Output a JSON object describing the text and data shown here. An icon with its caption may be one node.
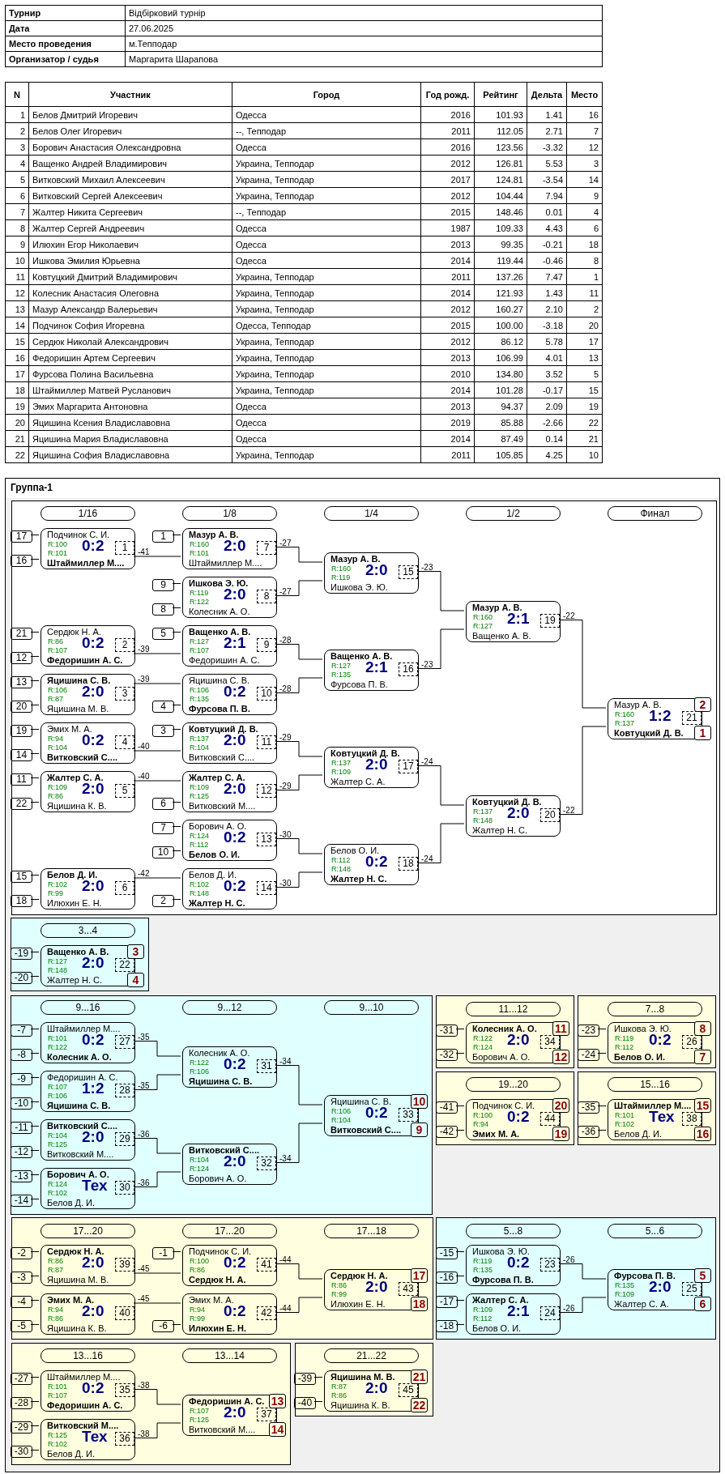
{
  "diagram": {
    "nodes": [
      {
        "text": [
          "Группа-1"
        ]
      },
      {
        "text": [],
        "shape": "box",
        "in": 0
      },
      {
        "text": [
          "1/16"
        ],
        "in": 1
      },
      {
        "text": [
          "1/8"
        ],
        "in": 1
      },
      {
        "text": [
          "1/4"
        ],
        "in": 1
      },
      {
        "text": [
          "1/2"
        ],
        "in": 1
      },
      {
        "text": [
          "Финал"
        ],
        "in": 1
      },
      {
        "text": [
          "17"
        ],
        "in": 1
      },
      {
        "text": [
          "16"
        ],
        "in": 1
      },
      {
        "text": [
          "Подчинок С. И.",
          "R:100",
          "R:101",
          "0:2",
          "1",
          "Штаймиллер М...."
        ],
        "in": 1,
        "beside": [
          "-41"
        ]
      },
      {
        "text": [
          "21"
        ],
        "in": 1
      },
      {
        "text": [
          "12"
        ],
        "in": 1
      },
      {
        "text": [
          "Сердюк Н. А.",
          "R:86",
          "R:107",
          "0:2",
          "2",
          "Федоришин А. С."
        ],
        "in": 1,
        "beside": [
          "-39"
        ]
      },
      {
        "text": [
          "13"
        ],
        "in": 1
      },
      {
        "text": [
          "20"
        ],
        "in": 1
      },
      {
        "text": [
          "Яцишина С. В.",
          "R:106",
          "R:87",
          "2:0",
          "3",
          "Яцишина М. В."
        ],
        "in": 1,
        "beside": [
          "-39"
        ]
      },
      {
        "text": [
          "19"
        ],
        "in": 1
      },
      {
        "text": [
          "14"
        ],
        "in": 1
      },
      {
        "text": [
          "Эмих М. А.",
          "R:94",
          "R:104",
          "0:2",
          "4",
          "Витковский С...."
        ],
        "in": 1,
        "beside": [
          "-40"
        ]
      },
      {
        "text": [
          "11"
        ],
        "in": 1
      },
      {
        "text": [
          "22"
        ],
        "in": 1
      },
      {
        "text": [
          "Жалтер С. А.",
          "R:109",
          "R:86",
          "2:0",
          "5",
          "Яцишина К. В."
        ],
        "in": 1,
        "beside": [
          "-40"
        ]
      },
      {
        "text": [
          "15"
        ],
        "in": 1
      },
      {
        "text": [
          "18"
        ],
        "in": 1
      },
      {
        "text": [
          "Белов Д. И.",
          "R:102",
          "R:99",
          "2:0",
          "6",
          "Илюхин Е. Н."
        ],
        "in": 1,
        "beside": [
          "-42"
        ]
      },
      {
        "text": [
          "1"
        ],
        "in": 1
      },
      {
        "text": [
          "Мазур А. В.",
          "R:160",
          "R:101",
          "2:0",
          "7",
          "Штаймиллер М...."
        ],
        "in": 1,
        "beside": [
          "-27"
        ]
      },
      {
        "text": [
          "9"
        ],
        "in": 1
      },
      {
        "text": [
          "8"
        ],
        "in": 1
      },
      {
        "text": [
          "Ишкова Э. Ю.",
          "R:119",
          "R:122",
          "2:0",
          "8",
          "Колесник А. О."
        ],
        "in": 1,
        "beside": [
          "-27"
        ]
      },
      {
        "text": [
          "5"
        ],
        "in": 1
      },
      {
        "text": [
          "Ващенко А. В.",
          "R:127",
          "R:107",
          "2:1",
          "9",
          "Федоришин А. С."
        ],
        "in": 1,
        "beside": [
          "-28"
        ]
      },
      {
        "text": [
          "4"
        ],
        "in": 1
      },
      {
        "text": [
          "Яцишина С. В.",
          "R:106",
          "R:135",
          "0:2",
          "10",
          "Фурсова П. В."
        ],
        "in": 1,
        "beside": [
          "-28"
        ]
      },
      {
        "text": [
          "3"
        ],
        "in": 1
      },
      {
        "text": [
          "Ковтуцкий Д. В.",
          "R:137",
          "R:104",
          "2:0",
          "11",
          "Витковский С...."
        ],
        "in": 1,
        "beside": [
          "-29"
        ]
      },
      {
        "text": [
          "6"
        ],
        "in": 1
      },
      {
        "text": [
          "Жалтер С. А.",
          "R:109",
          "R:125",
          "2:0",
          "12",
          "Витковский М...."
        ],
        "in": 1,
        "beside": [
          "-29"
        ]
      },
      {
        "text": [
          "7"
        ],
        "in": 1
      },
      {
        "text": [
          "10"
        ],
        "in": 1
      },
      {
        "text": [
          "Борович А. О.",
          "R:124",
          "R:112",
          "0:2",
          "13",
          "Белов О. И."
        ],
        "in": 1,
        "beside": [
          "-30"
        ]
      },
      {
        "text": [
          "2"
        ],
        "in": 1
      },
      {
        "text": [
          "Белов Д. И.",
          "R:102",
          "R:148",
          "0:2",
          "14",
          "Жалтер Н. С."
        ],
        "in": 1,
        "beside": [
          "-30"
        ]
      },
      {
        "text": [
          "Мазур А. В.",
          "R:160",
          "R:119",
          "2:0",
          "15",
          "Ишкова Э. Ю."
        ],
        "in": 1,
        "beside": [
          "-23"
        ]
      },
      {
        "text": [
          "Ващенко А. В.",
          "R:127",
          "R:135",
          "2:1",
          "16",
          "Фурсова П. В."
        ],
        "in": 1,
        "beside": [
          "-23"
        ]
      },
      {
        "text": [
          "Ковтуцкий Д. В.",
          "R:137",
          "R:109",
          "2:0",
          "17",
          "Жалтер С. А."
        ],
        "in": 1,
        "beside": [
          "-24"
        ]
      },
      {
        "text": [
          "Белов О. И.",
          "R:112",
          "R:148",
          "0:2",
          "18",
          "Жалтер Н. С."
        ],
        "in": 1,
        "beside": [
          "-24"
        ]
      },
      {
        "text": [
          "Мазур А. В.",
          "R:160",
          "R:127",
          "2:1",
          "19",
          "Ващенко А. В."
        ],
        "in": 1,
        "beside": [
          "-22"
        ]
      },
      {
        "text": [
          "Ковтуцкий Д. В.",
          "R:137",
          "R:148",
          "2:0",
          "20",
          "Жалтер Н. С."
        ],
        "in": 1,
        "beside": [
          "-22"
        ]
      },
      {
        "text": [
          "Мазур А. В.",
          "R:160",
          "R:137",
          "1:2",
          "21",
          "Ковтуцкий Д. В."
        ],
        "in": 1
      },
      {
        "text": [
          "2"
        ],
        "in": 1
      },
      {
        "text": [
          "1"
        ],
        "in": 1
      },
      {
        "text": [],
        "shape": "box",
        "in": 0
      },
      {
        "text": [
          "3...4"
        ],
        "in": 52
      },
      {
        "text": [
          "-19"
        ],
        "in": 52
      },
      {
        "text": [
          "-20"
        ],
        "in": 52
      },
      {
        "text": [
          "Ващенко А. В.",
          "R:127",
          "R:148",
          "2:0",
          "22",
          "Жалтер Н. С."
        ],
        "in": 52
      },
      {
        "text": [
          "3"
        ],
        "in": 52
      },
      {
        "text": [
          "4"
        ],
        "in": 52
      },
      {
        "text": [],
        "shape": "box",
        "in": 0
      },
      {
        "text": [
          "9...16"
        ],
        "in": 59
      },
      {
        "text": [
          "9...12"
        ],
        "in": 59
      },
      {
        "text": [
          "9...10"
        ],
        "in": 59
      },
      {
        "text": [
          "-7"
        ],
        "in": 59
      },
      {
        "text": [
          "-8"
        ],
        "in": 59
      },
      {
        "text": [
          "Штаймиллер М....",
          "R:101",
          "R:122",
          "0:2",
          "27",
          "Колесник А. О."
        ],
        "in": 59,
        "beside": [
          "-35"
        ]
      },
      {
        "text": [
          "-9"
        ],
        "in": 59
      },
      {
        "text": [
          "-10"
        ],
        "in": 59
      },
      {
        "text": [
          "Федоришин А. С.",
          "R:107",
          "R:106",
          "1:2",
          "28",
          "Яцишина С. В."
        ],
        "in": 59,
        "beside": [
          "-35"
        ]
      },
      {
        "text": [
          "-11"
        ],
        "in": 59
      },
      {
        "text": [
          "-12"
        ],
        "in": 59
      },
      {
        "text": [
          "Витковский С....",
          "R:104",
          "R:125",
          "2:0",
          "29",
          "Витковский М...."
        ],
        "in": 59,
        "beside": [
          "-36"
        ]
      },
      {
        "text": [
          "-13"
        ],
        "in": 59
      },
      {
        "text": [
          "-14"
        ],
        "in": 59
      },
      {
        "text": [
          "Борович А. О.",
          "R:124",
          "R:102",
          "Тех",
          "30",
          "Белов Д. И."
        ],
        "in": 59,
        "beside": [
          "-36"
        ]
      },
      {
        "text": [
          "Колесник А. О.",
          "R:122",
          "R:106",
          "0:2",
          "31",
          "Яцишина С. В."
        ],
        "in": 59,
        "beside": [
          "-34"
        ]
      },
      {
        "text": [
          "Витковский С....",
          "R:104",
          "R:124",
          "2:0",
          "32",
          "Борович А. О."
        ],
        "in": 59,
        "beside": [
          "-34"
        ]
      },
      {
        "text": [
          "Яцишина С. В.",
          "R:106",
          "R:104",
          "0:2",
          "33",
          "Витковский С...."
        ],
        "in": 59
      },
      {
        "text": [
          "10"
        ],
        "in": 59
      },
      {
        "text": [
          "9"
        ],
        "in": 59
      },
      {
        "text": [],
        "shape": "box",
        "in": 0
      },
      {
        "text": [
          "11...12"
        ],
        "in": 80
      },
      {
        "text": [
          "-31"
        ],
        "in": 80
      },
      {
        "text": [
          "-32"
        ],
        "in": 80
      },
      {
        "text": [
          "Колесник А. О.",
          "R:122",
          "R:124",
          "2:0",
          "34",
          "Борович А. О."
        ],
        "in": 80
      },
      {
        "text": [
          "11"
        ],
        "in": 80
      },
      {
        "text": [
          "12"
        ],
        "in": 80
      },
      {
        "text": [],
        "shape": "box",
        "in": 0
      },
      {
        "text": [
          "7...8"
        ],
        "in": 87
      },
      {
        "text": [
          "-23"
        ],
        "in": 87
      },
      {
        "text": [
          "-24"
        ],
        "in": 87
      },
      {
        "text": [
          "Ишкова Э. Ю.",
          "R:119",
          "R:112",
          "0:2",
          "26",
          "Белов О. И."
        ],
        "in": 87
      },
      {
        "text": [
          "8"
        ],
        "in": 87
      },
      {
        "text": [
          "7"
        ],
        "in": 87
      },
      {
        "text": [],
        "shape": "box",
        "in": 0
      },
      {
        "text": [
          "19...20"
        ],
        "in": 94
      },
      {
        "text": [
          "-41"
        ],
        "in": 94
      },
      {
        "text": [
          "-42"
        ],
        "in": 94
      },
      {
        "text": [
          "Подчинок С. И.",
          "R:100",
          "R:94",
          "0:2",
          "44",
          "Эмих М. А."
        ],
        "in": 94
      },
      {
        "text": [
          "20"
        ],
        "in": 94
      },
      {
        "text": [
          "19"
        ],
        "in": 94
      },
      {
        "text": [],
        "shape": "box",
        "in": 0
      },
      {
        "text": [
          "15...16"
        ],
        "in": 101
      },
      {
        "text": [
          "-35"
        ],
        "in": 101
      },
      {
        "text": [
          "-36"
        ],
        "in": 101
      },
      {
        "text": [
          "Штаймиллер М....",
          "R:101",
          "R:102",
          "Тех",
          "38",
          "Белов Д. И."
        ],
        "in": 101
      },
      {
        "text": [
          "15"
        ],
        "in": 101
      },
      {
        "text": [
          "16"
        ],
        "in": 101
      },
      {
        "text": [],
        "shape": "box",
        "in": 0
      },
      {
        "text": [
          "17...20"
        ],
        "in": 108
      },
      {
        "text": [
          "17...20"
        ],
        "in": 108
      },
      {
        "text": [
          "17...18"
        ],
        "in": 108
      },
      {
        "text": [
          "-2"
        ],
        "in": 108
      },
      {
        "text": [
          "-3"
        ],
        "in": 108
      },
      {
        "text": [
          "Сердюк Н. А.",
          "R:86",
          "R:87",
          "2:0",
          "39",
          "Яцишина М. В."
        ],
        "in": 108,
        "beside": [
          "-45"
        ]
      },
      {
        "text": [
          "-4"
        ],
        "in": 108
      },
      {
        "text": [
          "-5"
        ],
        "in": 108
      },
      {
        "text": [
          "Эмих М. А.",
          "R:94",
          "R:86",
          "2:0",
          "40",
          "Яцишина К. В."
        ],
        "in": 108,
        "beside": [
          "-45"
        ]
      },
      {
        "text": [
          "-1"
        ],
        "in": 108
      },
      {
        "text": [
          "Подчинок С. И.",
          "R:100",
          "R:86",
          "0:2",
          "41",
          "Сердюк Н. А."
        ],
        "in": 108,
        "beside": [
          "-44"
        ]
      },
      {
        "text": [
          "-6"
        ],
        "in": 108
      },
      {
        "text": [
          "Эмих М. А.",
          "R:94",
          "R:99",
          "0:2",
          "42",
          "Илюхин Е. Н."
        ],
        "in": 108,
        "beside": [
          "-44"
        ]
      },
      {
        "text": [
          "Сердюк Н. А.",
          "R:86",
          "R:99",
          "2:0",
          "43",
          "Илюхин Е. Н."
        ],
        "in": 108
      },
      {
        "text": [
          "17"
        ],
        "in": 108
      },
      {
        "text": [
          "18"
        ],
        "in": 108
      },
      {
        "text": [],
        "shape": "box",
        "in": 0
      },
      {
        "text": [
          "5...8"
        ],
        "in": 125
      },
      {
        "text": [
          "5...6"
        ],
        "in": 125
      },
      {
        "text": [
          "-15"
        ],
        "in": 125
      },
      {
        "text": [
          "-16"
        ],
        "in": 125
      },
      {
        "text": [
          "Ишкова Э. Ю.",
          "R:119",
          "R:135",
          "0:2",
          "23",
          "Фурсова П. В."
        ],
        "in": 125,
        "beside": [
          "-26"
        ]
      },
      {
        "text": [
          "-17"
        ],
        "in": 125
      },
      {
        "text": [
          "-18"
        ],
        "in": 125
      },
      {
        "text": [
          "Жалтер С. А.",
          "R:109",
          "R:112",
          "2:1",
          "24",
          "Белов О. И."
        ],
        "in": 125,
        "beside": [
          "-26"
        ]
      },
      {
        "text": [
          "Фурсова П. В.",
          "R:135",
          "R:109",
          "2:0",
          "25",
          "Жалтер С. А."
        ],
        "in": 125
      },
      {
        "text": [
          "5"
        ],
        "in": 125
      },
      {
        "text": [
          "6"
        ],
        "in": 125
      },
      {
        "text": [],
        "shape": "box",
        "in": 0
      },
      {
        "text": [
          "13...16"
        ],
        "in": 137
      },
      {
        "text": [
          "13...14"
        ],
        "in": 137
      },
      {
        "text": [
          "-27"
        ],
        "in": 137
      },
      {
        "text": [
          "-28"
        ],
        "in": 137
      },
      {
        "text": [
          "Штаймиллер М....",
          "R:101",
          "R:107",
          "0:2",
          "35",
          "Федоришин А. С."
        ],
        "in": 137,
        "beside": [
          "-38"
        ]
      },
      {
        "text": [
          "-29"
        ],
        "in": 137
      },
      {
        "text": [
          "-30"
        ],
        "in": 137
      },
      {
        "text": [
          "Витковский М....",
          "R:125",
          "R:102",
          "Тех",
          "36",
          "Белов Д. И."
        ],
        "in": 137,
        "beside": [
          "-38"
        ]
      },
      {
        "text": [
          "Федоришин А. С.",
          "R:107",
          "R:125",
          "2:0",
          "37",
          "Витковский М...."
        ],
        "in": 137
      },
      {
        "text": [
          "13"
        ],
        "in": 137
      },
      {
        "text": [
          "14"
        ],
        "in": 137
      },
      {
        "text": [],
        "shape": "box",
        "in": 0
      },
      {
        "text": [
          "21...22"
        ],
        "in": 149
      },
      {
        "text": [
          "-39"
        ],
        "in": 149
      },
      {
        "text": [
          "-40"
        ],
        "in": 149
      },
      {
        "text": [
          "Яцишина М. В.",
          "R:87",
          "R:86",
          "2:0",
          "45",
          "Яцишина К. В."
        ],
        "in": 149
      },
      {
        "text": [
          "21"
        ],
        "in": 149
      },
      {
        "text": [
          "22"
        ],
        "in": 149
      }
    ],
    "edges": [
      {
        "from": 7,
        "to": 9,
        "arrow": "none"
      },
      {
        "from": 8,
        "to": 9,
        "arrow": "none"
      },
      {
        "from": 10,
        "to": 12,
        "arrow": "none"
      },
      {
        "from": 11,
        "to": 12,
        "arrow": "none"
      },
      {
        "from": 13,
        "to": 15,
        "arrow": "none"
      },
      {
        "from": 14,
        "to": 15,
        "arrow": "none"
      },
      {
        "from": 16,
        "to": 18,
        "arrow": "none"
      },
      {
        "from": 17,
        "to": 18,
        "arrow": "none"
      },
      {
        "from": 19,
        "to": 21,
        "arrow": "none"
      },
      {
        "from": 20,
        "to": 21,
        "arrow": "none"
      },
      {
        "from": 22,
        "to": 24,
        "arrow": "none"
      },
      {
        "from": 23,
        "to": 24,
        "arrow": "none"
      },
      {
        "from": 25,
        "to": 26,
        "arrow": "none"
      },
      {
        "from": 27,
        "to": 29,
        "arrow": "none"
      },
      {
        "from": 28,
        "to": 29,
        "arrow": "none"
      },
      {
        "from": 30,
        "to": 31,
        "arrow": "none"
      },
      {
        "from": 32,
        "to": 33,
        "arrow": "none"
      },
      {
        "from": 34,
        "to": 35,
        "arrow": "none"
      },
      {
        "from": 36,
        "to": 37,
        "arrow": "none"
      },
      {
        "from": 38,
        "to": 40,
        "arrow": "none"
      },
      {
        "from": 39,
        "to": 40,
        "arrow": "none"
      },
      {
        "from": 41,
        "to": 42,
        "arrow": "none"
      },
      {
        "from": 9,
        "to": 26,
        "arrow": "none"
      },
      {
        "from": 12,
        "to": 31,
        "arrow": "none"
      },
      {
        "from": 15,
        "to": 33,
        "arrow": "none"
      },
      {
        "from": 18,
        "to": 35,
        "arrow": "none"
      },
      {
        "from": 21,
        "to": 37,
        "arrow": "none"
      },
      {
        "from": 24,
        "to": 42,
        "arrow": "none"
      },
      {
        "from": 26,
        "to": 43,
        "arrow": "none"
      },
      {
        "from": 29,
        "to": 43,
        "arrow": "none"
      },
      {
        "from": 31,
        "to": 44,
        "arrow": "none"
      },
      {
        "from": 33,
        "to": 44,
        "arrow": "none"
      },
      {
        "from": 35,
        "to": 45,
        "arrow": "none"
      },
      {
        "from": 37,
        "to": 45,
        "arrow": "none"
      },
      {
        "from": 40,
        "to": 46,
        "arrow": "none"
      },
      {
        "from": 42,
        "to": 46,
        "arrow": "none"
      },
      {
        "from": 43,
        "to": 47,
        "arrow": "none"
      },
      {
        "from": 44,
        "to": 47,
        "arrow": "none"
      },
      {
        "from": 45,
        "to": 48,
        "arrow": "none"
      },
      {
        "from": 46,
        "to": 48,
        "arrow": "none"
      },
      {
        "from": 47,
        "to": 49,
        "arrow": "none"
      },
      {
        "from": 48,
        "to": 49,
        "arrow": "none"
      },
      {
        "from": 54,
        "to": 56,
        "arrow": "none"
      },
      {
        "from": 55,
        "to": 56,
        "arrow": "none"
      },
      {
        "from": 63,
        "to": 65,
        "arrow": "none"
      },
      {
        "from": 64,
        "to": 65,
        "arrow": "none"
      },
      {
        "from": 66,
        "to": 68,
        "arrow": "none"
      },
      {
        "from": 67,
        "to": 68,
        "arrow": "none"
      },
      {
        "from": 69,
        "to": 71,
        "arrow": "none"
      },
      {
        "from": 70,
        "to": 71,
        "arrow": "none"
      },
      {
        "from": 72,
        "to": 74,
        "arrow": "none"
      },
      {
        "from": 73,
        "to": 74,
        "arrow": "none"
      },
      {
        "from": 65,
        "to": 75,
        "arrow": "none"
      },
      {
        "from": 68,
        "to": 75,
        "arrow": "none"
      },
      {
        "from": 71,
        "to": 76,
        "arrow": "none"
      },
      {
        "from": 74,
        "to": 76,
        "arrow": "none"
      },
      {
        "from": 75,
        "to": 77,
        "arrow": "none"
      },
      {
        "from": 76,
        "to": 77,
        "arrow": "none"
      },
      {
        "from": 82,
        "to": 84,
        "arrow": "none"
      },
      {
        "from": 83,
        "to": 84,
        "arrow": "none"
      },
      {
        "from": 89,
        "to": 91,
        "arrow": "none"
      },
      {
        "from": 90,
        "to": 91,
        "arrow": "none"
      },
      {
        "from": 96,
        "to": 98,
        "arrow": "none"
      },
      {
        "from": 97,
        "to": 98,
        "arrow": "none"
      },
      {
        "from": 103,
        "to": 105,
        "arrow": "none"
      },
      {
        "from": 104,
        "to": 105,
        "arrow": "none"
      },
      {
        "from": 112,
        "to": 114,
        "arrow": "none"
      },
      {
        "from": 113,
        "to": 114,
        "arrow": "none"
      },
      {
        "from": 115,
        "to": 117,
        "arrow": "none"
      },
      {
        "from": 116,
        "to": 117,
        "arrow": "none"
      },
      {
        "from": 118,
        "to": 119,
        "arrow": "none"
      },
      {
        "from": 120,
        "to": 121,
        "arrow": "none"
      },
      {
        "from": 114,
        "to": 119,
        "arrow": "none"
      },
      {
        "from": 117,
        "to": 121,
        "arrow": "none"
      },
      {
        "from": 119,
        "to": 122,
        "arrow": "none"
      },
      {
        "from": 121,
        "to": 122,
        "arrow": "none"
      },
      {
        "from": 128,
        "to": 130,
        "arrow": "none"
      },
      {
        "from": 129,
        "to": 130,
        "arrow": "none"
      },
      {
        "from": 131,
        "to": 133,
        "arrow": "none"
      },
      {
        "from": 132,
        "to": 133,
        "arrow": "none"
      },
      {
        "from": 130,
        "to": 134,
        "arrow": "none"
      },
      {
        "from": 133,
        "to": 134,
        "arrow": "none"
      },
      {
        "from": 140,
        "to": 142,
        "arrow": "none"
      },
      {
        "from": 141,
        "to": 142,
        "arrow": "none"
      },
      {
        "from": 143,
        "to": 145,
        "arrow": "none"
      },
      {
        "from": 144,
        "to": 145,
        "arrow": "none"
      },
      {
        "from": 142,
        "to": 146,
        "arrow": "none"
      },
      {
        "from": 145,
        "to": 146,
        "arrow": "none"
      },
      {
        "from": 151,
        "to": 153,
        "arrow": "none"
      },
      {
        "from": 152,
        "to": 153,
        "arrow": "none"
      }
    ],
    "labels": [
      "Турнир",
      "Відбірковий турнір",
      "Дата",
      "27.06.2025",
      "Место проведения",
      "м.Тепподар",
      "Организатор / судья",
      "Маргарита Шарапова",
      "N",
      "Участник",
      "Город",
      "Год рожд.",
      "Рейтинг",
      "Дельта",
      "Место",
      "1",
      "Белов Дмитрий Игоревич",
      "Одесса",
      "2016",
      "101.93",
      "1.41",
      "16",
      "2",
      "Белов Олег Игоревич",
      "--, Тепподар",
      "2011",
      "112.05",
      "2.71",
      "7",
      "3",
      "Борович Анастасия Олександровна",
      "Одесса",
      "2016",
      "123.56",
      "-3.32",
      "12",
      "4",
      "Ващенко Андрей Владимирович",
      "Украина, Тепподар",
      "2012",
      "126.81",
      "5.53",
      "3",
      "5",
      "Витковский Михаил Алексеевич",
      "Украина, Тепподар",
      "2017",
      "124.81",
      "-3.54",
      "14",
      "6",
      "Витковский Сергей Алексеевич",
      "Украина, Тепподар",
      "2012",
      "104.44",
      "7.94",
      "9",
      "7",
      "Жалтер Никита Сергеевич",
      "--, Тепподар",
      "2015",
      "148.46",
      "0.01",
      "4",
      "8",
      "Жалтер Сергей Андреевич",
      "Одесса",
      "1987",
      "109.33",
      "4.43",
      "6",
      "9",
      "Илюхин Егор Николаевич",
      "Одесса",
      "2013",
      "99.35",
      "-0.21",
      "18",
      "10",
      "Ишкова Эмилия Юрьевна",
      "Одесса",
      "2014",
      "119.44",
      "-0.46",
      "8",
      "11",
      "Ковтуцкий Дмитрий Владимирович",
      "Украина, Тепподар",
      "2011",
      "137.26",
      "7.47",
      "1",
      "12",
      "Колесник Анастасия Олеговна",
      "Украина, Тепподар",
      "2014",
      "121.93",
      "1.43",
      "11",
      "13",
      "Мазур Александр Валерьевич",
      "Украина, Тепподар",
      "2012",
      "160.27",
      "2.10",
      "2",
      "14",
      "Подчинок София Игоревна",
      "Одесса, Тепподар",
      "2015",
      "100.00",
      "-3.18",
      "20",
      "15",
      "Сердюк Николай Александрович",
      "Украина, Тепподар",
      "2012",
      "86.12",
      "5.78",
      "17",
      "16",
      "Федоришин Артем Сергеевич",
      "Украина, Тепподар",
      "2013",
      "106.99",
      "4.01",
      "13",
      "17",
      "Фурсова Полина Васильевна",
      "Украина, Тепподар",
      "2010",
      "134.80",
      "3.52",
      "5",
      "18",
      "Штаймиллер Матвей Русланович",
      "Украина, Тепподар",
      "2014",
      "101.28",
      "-0.17",
      "15",
      "19",
      "Эмих Маргарита Антоновна",
      "Одесса",
      "2013",
      "94.37",
      "2.09",
      "19",
      "20",
      "Яцишина Ксения Владиславовна",
      "Одесса",
      "2019",
      "85.88",
      "-2.66",
      "22",
      "21",
      "Яцишина Мария Владиславовна",
      "Одесса",
      "2014",
      "87.49",
      "0.14",
      "21",
      "22",
      "Яцишина София Владиславовна",
      "Украина, Тепподар",
      "2011",
      "105.85",
      "4.25",
      "10"
    ]
  }
}
